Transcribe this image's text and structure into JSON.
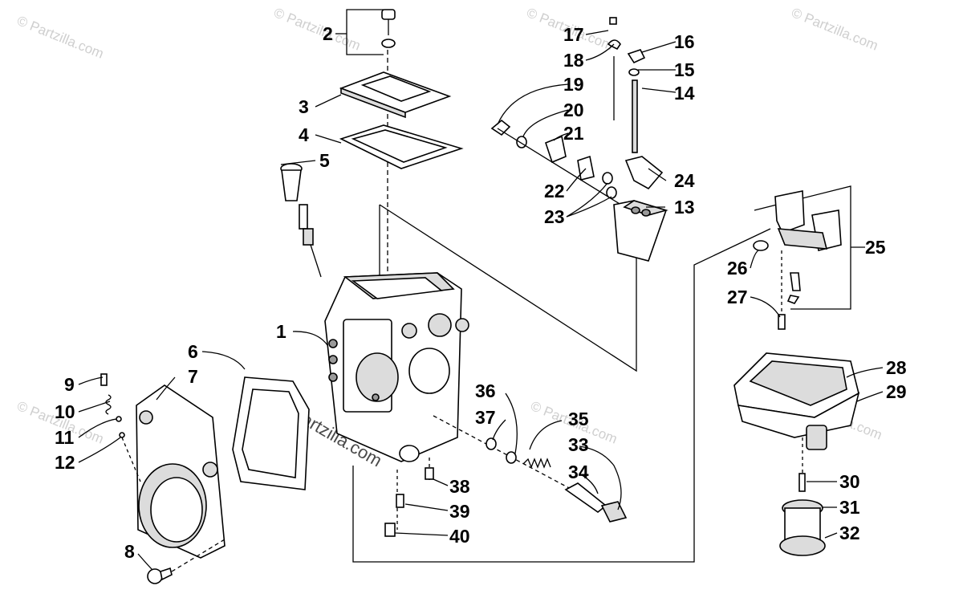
{
  "watermark": "© Partzilla.com",
  "callouts": {
    "c1": "1",
    "c2": "2",
    "c3": "3",
    "c4": "4",
    "c5": "5",
    "c6": "6",
    "c7": "7",
    "c8": "8",
    "c9": "9",
    "c10": "10",
    "c11": "11",
    "c12": "12",
    "c13": "13",
    "c14": "14",
    "c15": "15",
    "c16": "16",
    "c17": "17",
    "c18": "18",
    "c19": "19",
    "c20": "20",
    "c21": "21",
    "c22": "22",
    "c23": "23",
    "c24": "24",
    "c25": "25",
    "c26": "26",
    "c27": "27",
    "c28": "28",
    "c29": "29",
    "c30": "30",
    "c31": "31",
    "c32": "32",
    "c33": "33",
    "c34": "34",
    "c35": "35",
    "c36": "36",
    "c37": "37",
    "c38": "38",
    "c39": "39",
    "c40": "40"
  }
}
